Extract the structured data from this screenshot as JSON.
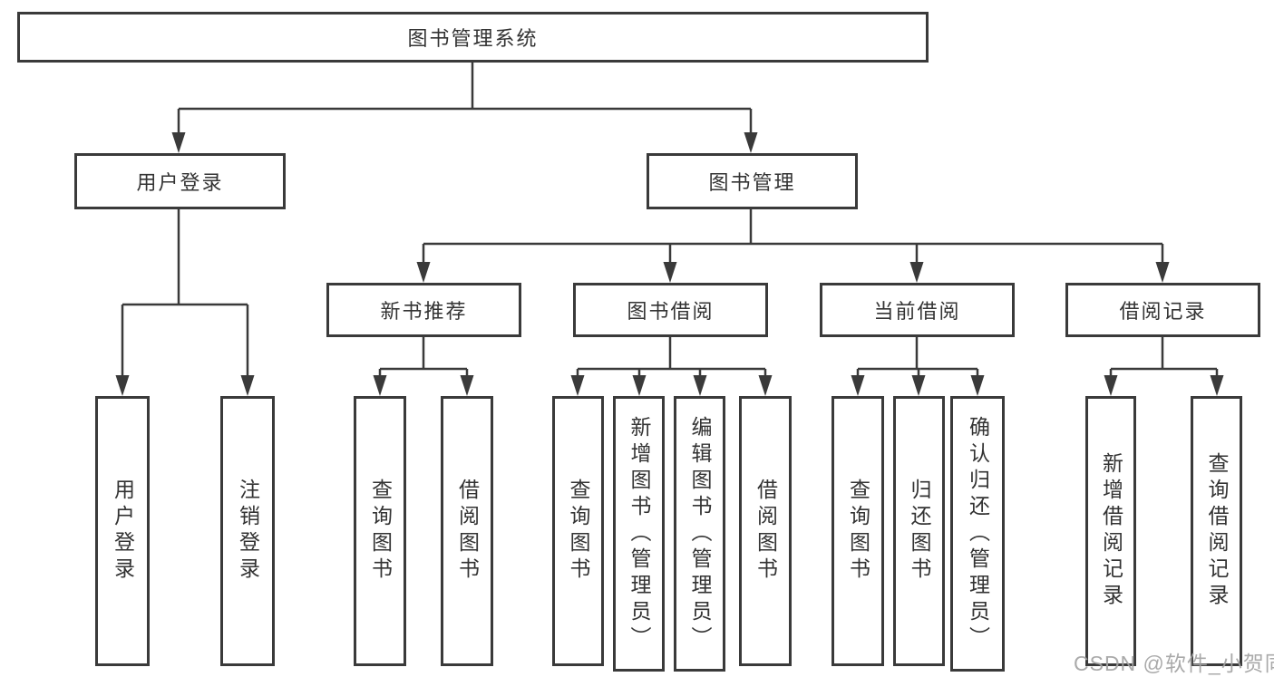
{
  "tree": {
    "root": {
      "label": "图书管理系统",
      "children": [
        {
          "label": "用户登录",
          "children": [
            {
              "label": "用户登录"
            },
            {
              "label": "注销登录"
            }
          ]
        },
        {
          "label": "图书管理",
          "children": [
            {
              "label": "新书推荐",
              "children": [
                {
                  "label": "查询图书"
                },
                {
                  "label": "借阅图书"
                }
              ]
            },
            {
              "label": "图书借阅",
              "children": [
                {
                  "label": "查询图书"
                },
                {
                  "label": "新增图书（管理员）"
                },
                {
                  "label": "编辑图书（管理员）"
                },
                {
                  "label": "借阅图书"
                }
              ]
            },
            {
              "label": "当前借阅",
              "children": [
                {
                  "label": "查询图书"
                },
                {
                  "label": "归还图书"
                },
                {
                  "label": "确认归还（管理员）"
                }
              ]
            },
            {
              "label": "借阅记录",
              "children": [
                {
                  "label": "新增借阅记录"
                },
                {
                  "label": "查询借阅记录"
                }
              ]
            }
          ]
        }
      ]
    }
  },
  "watermark": "CSDN @软件_小贺同学",
  "colors": {
    "line": "#3a3a3a",
    "text": "#333333",
    "background": "#ffffff",
    "watermark": "#a3a3a3"
  }
}
